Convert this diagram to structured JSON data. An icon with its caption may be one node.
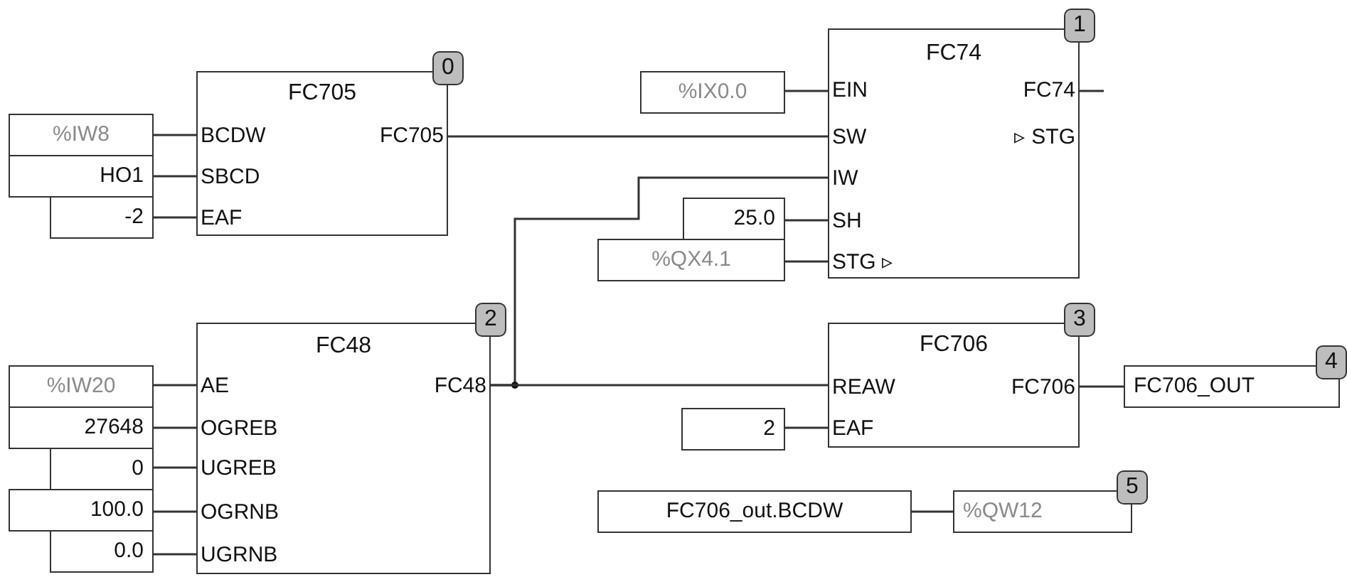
{
  "diagram": {
    "nodes": [
      {
        "text": [
          "FC705",
          "BCDW",
          "SBCD",
          "EAF",
          "FC705"
        ],
        "beside": [
          "0"
        ]
      },
      {
        "text": [
          "%IW8"
        ]
      },
      {
        "text": [
          "HO1"
        ]
      },
      {
        "text": [
          "-2"
        ]
      },
      {
        "text": [
          "FC74",
          "EIN",
          "SW",
          "IW",
          "SH",
          "STG ▹",
          "FC74",
          "▹ STG"
        ],
        "beside": [
          "1"
        ]
      },
      {
        "text": [
          "%IX0.0"
        ]
      },
      {
        "text": [
          "25.0"
        ]
      },
      {
        "text": [
          "%QX4.1"
        ]
      },
      {
        "text": [
          "FC48",
          "AE",
          "OGREB",
          "UGREB",
          "OGRNB",
          "UGRNB",
          "FC48"
        ],
        "beside": [
          "2"
        ]
      },
      {
        "text": [
          "%IW20"
        ]
      },
      {
        "text": [
          "27648"
        ]
      },
      {
        "text": [
          "0"
        ]
      },
      {
        "text": [
          "100.0"
        ]
      },
      {
        "text": [
          "0.0"
        ]
      },
      {
        "text": [
          "FC706",
          "REAW",
          "EAF",
          "FC706"
        ],
        "beside": [
          "3"
        ]
      },
      {
        "text": [
          "2"
        ]
      },
      {
        "text": [
          "FC706_OUT"
        ],
        "beside": [
          "4"
        ]
      },
      {
        "text": [
          "FC706_out.BCDW"
        ]
      },
      {
        "text": [
          "%QW12"
        ],
        "beside": [
          "5"
        ]
      }
    ],
    "edges": [
      {
        "from": 1,
        "to": 0,
        "arrow": "none"
      },
      {
        "from": 2,
        "to": 0,
        "arrow": "none"
      },
      {
        "from": 3,
        "to": 0,
        "arrow": "none"
      },
      {
        "from": 0,
        "to": 4,
        "arrow": "none"
      },
      {
        "from": 5,
        "to": 4,
        "arrow": "none"
      },
      {
        "from": 8,
        "to": 4,
        "arrow": "none"
      },
      {
        "from": 6,
        "to": 4,
        "arrow": "none"
      },
      {
        "from": 7,
        "to": 4,
        "arrow": "none"
      },
      {
        "from": 4,
        "to": null,
        "arrow": "none"
      },
      {
        "from": 9,
        "to": 8,
        "arrow": "none"
      },
      {
        "from": 10,
        "to": 8,
        "arrow": "none"
      },
      {
        "from": 11,
        "to": 8,
        "arrow": "none"
      },
      {
        "from": 12,
        "to": 8,
        "arrow": "none"
      },
      {
        "from": 13,
        "to": 8,
        "arrow": "none"
      },
      {
        "from": 8,
        "to": 14,
        "arrow": "none"
      },
      {
        "from": 15,
        "to": 14,
        "arrow": "none"
      },
      {
        "from": 14,
        "to": 16,
        "arrow": "none"
      },
      {
        "from": 17,
        "to": 18,
        "arrow": "none"
      }
    ]
  }
}
